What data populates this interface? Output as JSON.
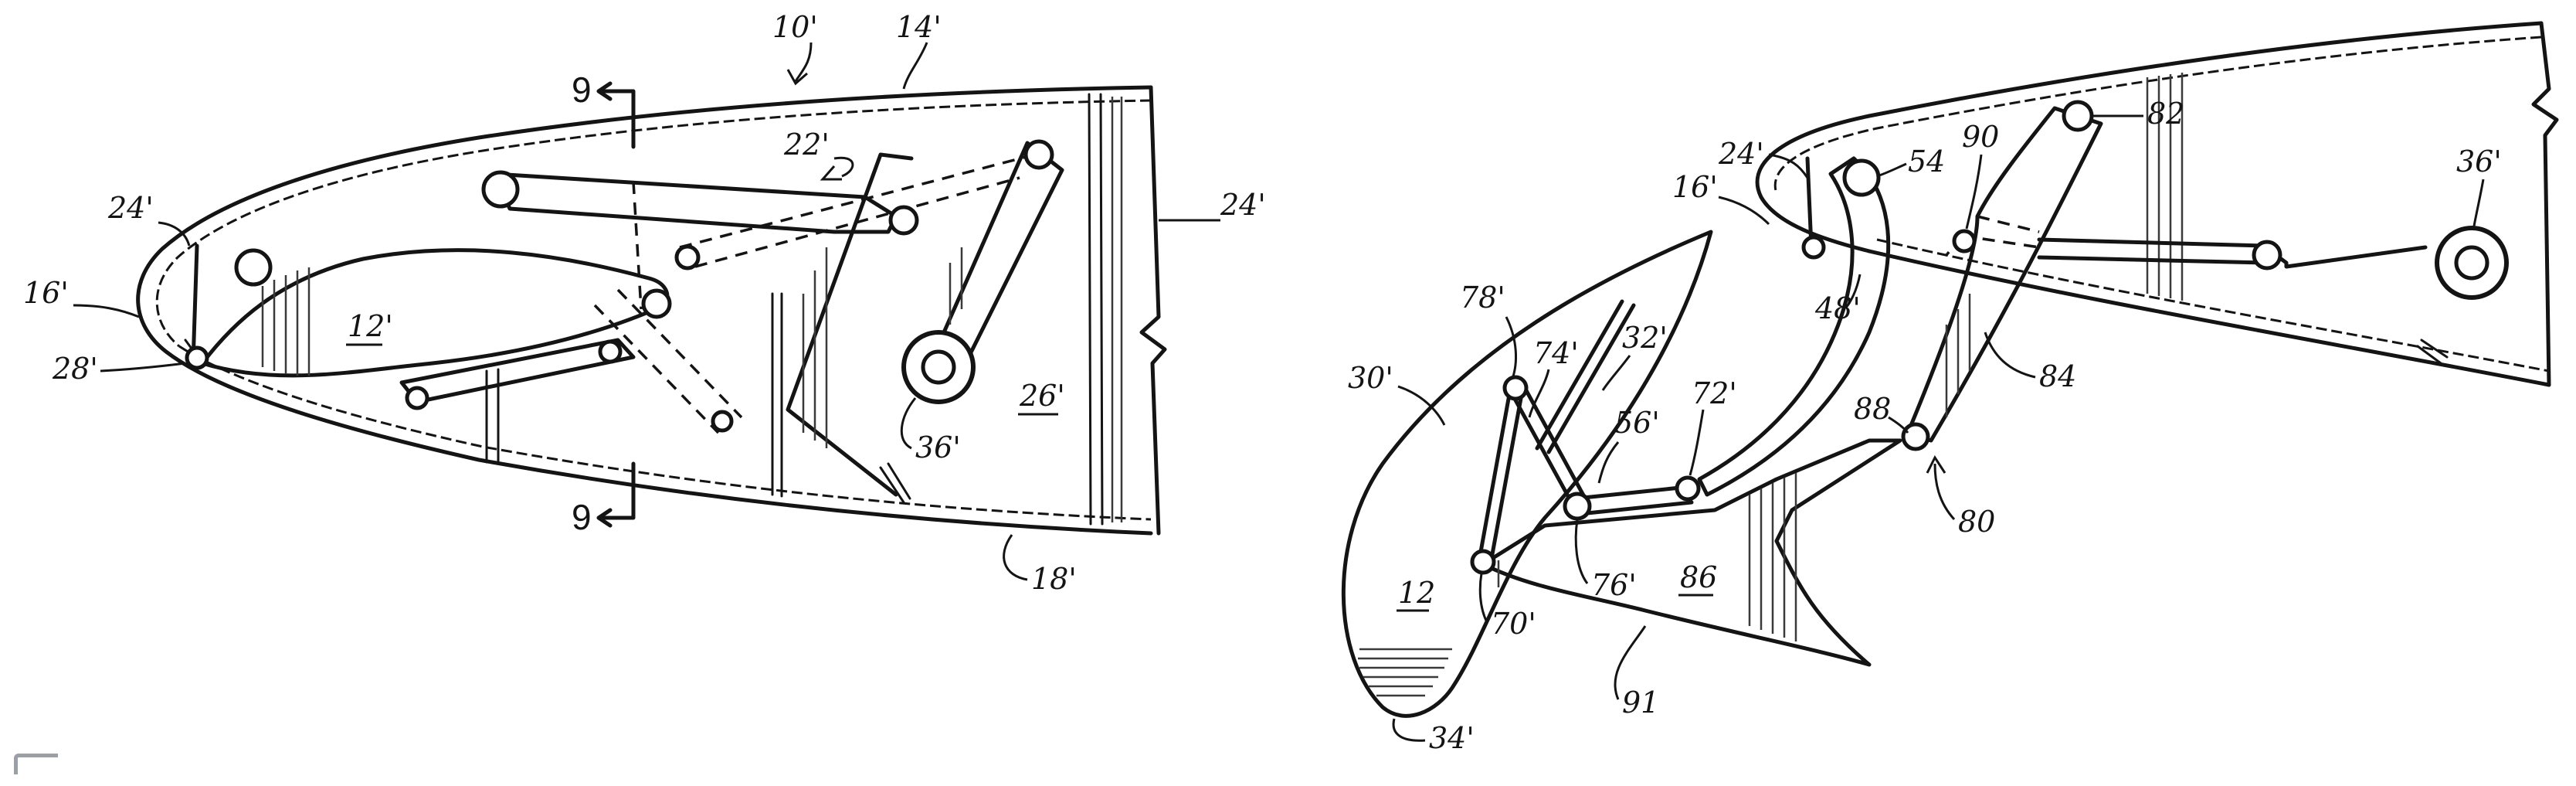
{
  "figure_left": {
    "reference_labels": {
      "airfoil": "10'",
      "upper_skin": "14'",
      "mechanism": "22'",
      "front_spar": "24'",
      "front_spar_rear": "24'",
      "nose": "16'",
      "nose_link": "28'",
      "slat": "12'",
      "crank": "26'",
      "drive_shaft": "36'",
      "lower_skin": "18'"
    },
    "section_marker_top": "9",
    "section_marker_bottom": "9"
  },
  "figure_right": {
    "reference_labels": {
      "tip": "78'",
      "slat_upper": "30'",
      "link_a": "74'",
      "edge": "32'",
      "link_b": "72'",
      "link_c": "56'",
      "pivot_lower": "70'",
      "pivot_mid": "76'",
      "panel": "86",
      "slat": "12",
      "trailing_tip": "34'",
      "lower_fairing": "91",
      "spar": "24'",
      "nose": "16'",
      "arm": "54",
      "arm_curve": "48'",
      "pivot_top": "90",
      "pivot_upper": "82",
      "drive_shaft": "36'",
      "brace": "84",
      "joint": "88",
      "assembly": "80"
    }
  },
  "colors": {
    "ink": "#141414",
    "paper": "#ffffff"
  }
}
